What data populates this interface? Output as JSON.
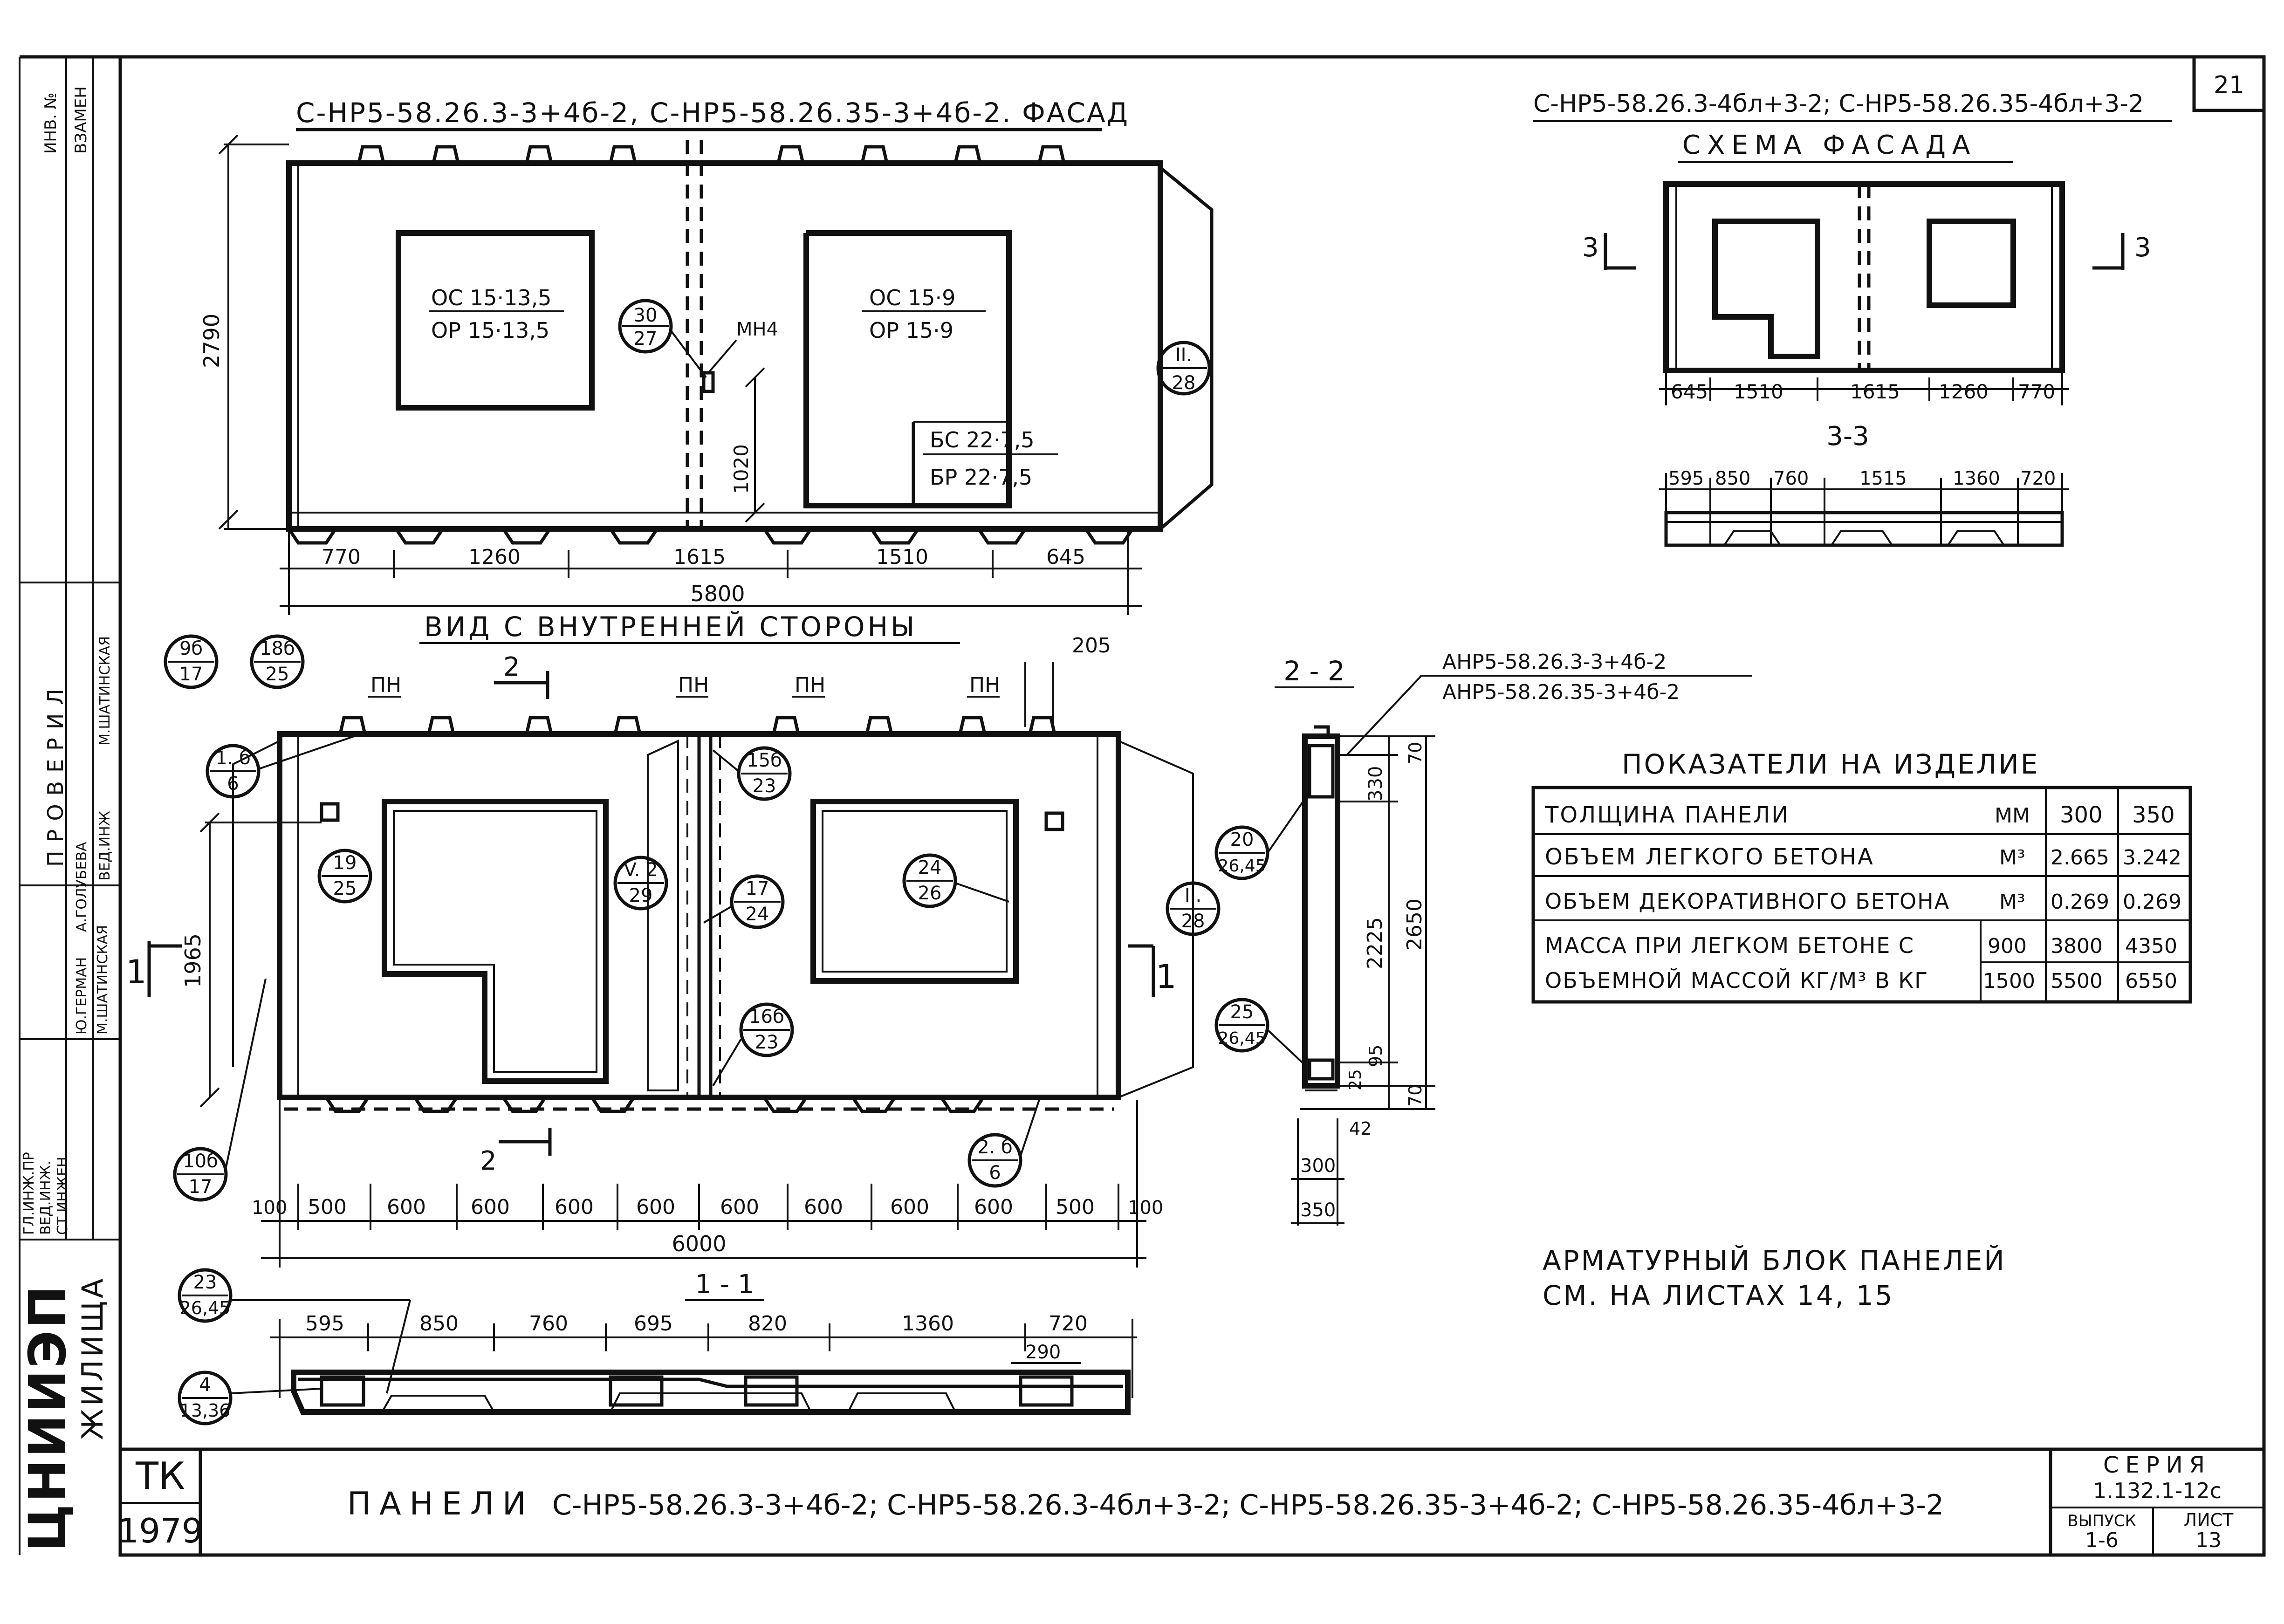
{
  "sheet": {
    "sheet_no": "21",
    "title_prefix": "ПАНЕЛИ",
    "title_codes": "С-НР5-58.26.3-3+4б-2; С-НР5-58.26.3-4бл+3-2; С-НР5-58.26.35-3+4б-2; С-НР5-58.26.35-4бл+3-2",
    "tk": "ТК",
    "year": "1979",
    "series_label": "СЕРИЯ",
    "series_value": "1.132.1-12с",
    "issue_label": "ВЫПУСК",
    "issue_value": "1-6",
    "list_label": "ЛИСТ",
    "list_value": "13",
    "org_letters": "ЦНИИЭП",
    "org_word": "ЖИЛИЩА"
  },
  "left_strip": {
    "top": [
      "ИНВ. №",
      "ВЗАМЕН"
    ],
    "checked_label": "ПРОВЕРИЛ",
    "roles": [
      "ГЛ.ИНЖ.ПР",
      "ВЕД.ИНЖ.",
      "СТ.ИНЖЕН",
      "ВЕД.ИНЖ"
    ],
    "names": [
      "Ю.ГЕРМАН",
      "М.ШАТИНСКАЯ",
      "А.ГОЛУБЕВА",
      "М.ШАТИНСКАЯ"
    ]
  },
  "facade": {
    "title": "С-НР5-58.26.3-3+4б-2, С-НР5-58.26.35-3+4б-2. ФАСАД",
    "window1": [
      "ОС 15·13,5",
      "ОР 15·13,5"
    ],
    "window2": [
      "ОС 15·9",
      "ОР 15·9"
    ],
    "door": [
      "БС 22·7,5",
      "БР 22·7,5"
    ],
    "node_a": [
      "30",
      "27"
    ],
    "node_b": [
      "II.",
      "28"
    ],
    "mn_label": "МН4",
    "dim_height": "2790",
    "dim_1020": "1020",
    "bottom_dims": [
      "770",
      "1260",
      "1615",
      "1510",
      "645"
    ],
    "total": "5800"
  },
  "scheme": {
    "title": "С-НР5-58.26.3-4бл+3-2; С-НР5-58.26.35-4бл+3-2",
    "subtitle": "СХЕМА ФАСАДА",
    "section_mark": "3",
    "dims": [
      "645",
      "1510",
      "1615",
      "1260",
      "770"
    ],
    "section_title": "3-3",
    "section_dims": [
      "595",
      "850",
      "760",
      "1515",
      "1360",
      "720"
    ]
  },
  "inside": {
    "title": "ВИД С ВНУТРЕННЕЙ СТОРОНЫ",
    "pn": "ПН",
    "section_mark_2": "2",
    "section_mark_1": "1",
    "dim_205": "205",
    "dim_1965": "1965",
    "dims": [
      "100",
      "500",
      "600",
      "600",
      "600",
      "600",
      "600",
      "600",
      "600",
      "600",
      "500",
      "100"
    ],
    "total": "6000",
    "nodes": {
      "n9b": [
        "9б",
        "17"
      ],
      "n18b": [
        "18б",
        "25"
      ],
      "n1b": [
        "1. б",
        "6"
      ],
      "n19": [
        "19",
        "25"
      ],
      "nV2": [
        "V. 2",
        "29"
      ],
      "n17": [
        "17",
        "24"
      ],
      "n15b": [
        "15б",
        "23"
      ],
      "n24": [
        "24",
        "26"
      ],
      "n11": [
        "II.",
        "28"
      ],
      "n16b": [
        "16б",
        "23"
      ],
      "n2b": [
        "2. б",
        "6"
      ],
      "n10b": [
        "10б",
        "17"
      ]
    }
  },
  "section11": {
    "title": "1 - 1",
    "dims": [
      "595",
      "850",
      "760",
      "695",
      "820",
      "1360",
      "720"
    ],
    "dim_290": "290",
    "node_23": [
      "23",
      "26,45"
    ],
    "node_4": [
      "4",
      "13,36"
    ]
  },
  "section22": {
    "title": "2 - 2",
    "codes": [
      "АНР5-58.26.3-3+4б-2",
      "АНР5-58.26.35-3+4б-2"
    ],
    "dims_v": [
      "70",
      "330",
      "2225",
      "2650",
      "95",
      "25",
      "70"
    ],
    "dim_42": "42",
    "dim_300": "300",
    "dim_350": "350",
    "node_20": [
      "20",
      "26,45"
    ],
    "node_25": [
      "25",
      "26,45"
    ]
  },
  "indicators": {
    "title": "ПОКАЗАТЕЛИ НА ИЗДЕЛИЕ",
    "rows": [
      {
        "label": "ТОЛЩИНА ПАНЕЛИ",
        "unit": "ММ",
        "v1": "300",
        "v2": "350"
      },
      {
        "label": "ОБЪЕМ ЛЕГКОГО БЕТОНА",
        "unit": "М³",
        "v1": "2.665",
        "v2": "3.242"
      },
      {
        "label": "ОБЪЕМ ДЕКОРАТИВНОГО БЕТОНА",
        "unit": "М³",
        "v1": "0.269",
        "v2": "0.269"
      }
    ],
    "mass_label_1": "МАССА ПРИ ЛЕГКОМ БЕТОНЕ С",
    "mass_label_2": "ОБЪЕМНОЙ МАССОЙ КГ/М³ В КГ",
    "mass_rows": [
      {
        "density": "900",
        "v1": "3800",
        "v2": "4350"
      },
      {
        "density": "1500",
        "v1": "5500",
        "v2": "6550"
      }
    ]
  },
  "note": {
    "line1": "АРМАТУРНЫЙ БЛОК ПАНЕЛЕЙ",
    "line2": "СМ. НА ЛИСТАХ 14, 15"
  }
}
